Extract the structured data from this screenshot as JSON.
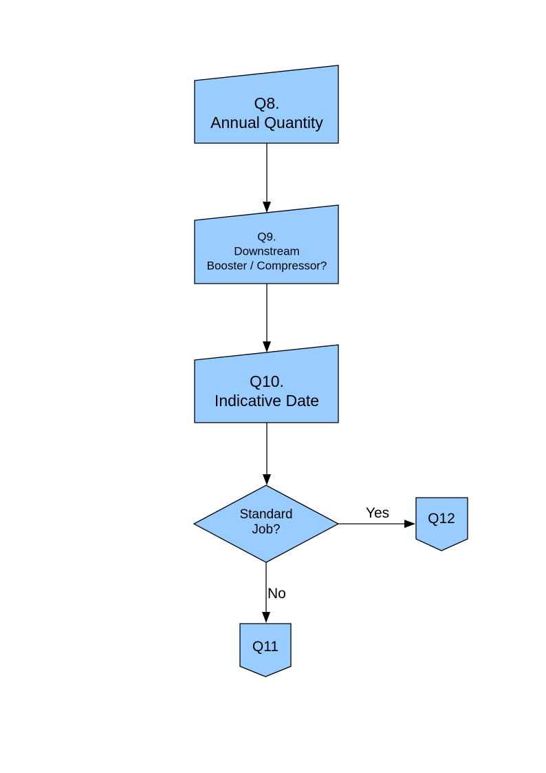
{
  "page": {
    "background": "#FFFFFF"
  },
  "colors": {
    "node_fill": "#99CCFF",
    "node_stroke": "#000000",
    "connector": "#000000",
    "text": "#000000"
  },
  "nodes": {
    "q8": {
      "type": "manual-input",
      "label": "Q8.\nAnnual Quantity"
    },
    "q9": {
      "type": "manual-input",
      "label": "Q9.\nDownstream\nBooster / Compressor?"
    },
    "q10": {
      "type": "manual-input",
      "label": "Q10.\nIndicative Date"
    },
    "standard_job": {
      "type": "decision",
      "label": "Standard\nJob?"
    },
    "q12": {
      "type": "off-page-connector",
      "label": "Q12"
    },
    "q11": {
      "type": "off-page-connector",
      "label": "Q11"
    }
  },
  "edges": [
    {
      "from": "q8",
      "to": "q9",
      "label": ""
    },
    {
      "from": "q9",
      "to": "q10",
      "label": ""
    },
    {
      "from": "q10",
      "to": "standard_job",
      "label": ""
    },
    {
      "from": "standard_job",
      "to": "q12",
      "label": "Yes"
    },
    {
      "from": "standard_job",
      "to": "q11",
      "label": "No"
    }
  ]
}
